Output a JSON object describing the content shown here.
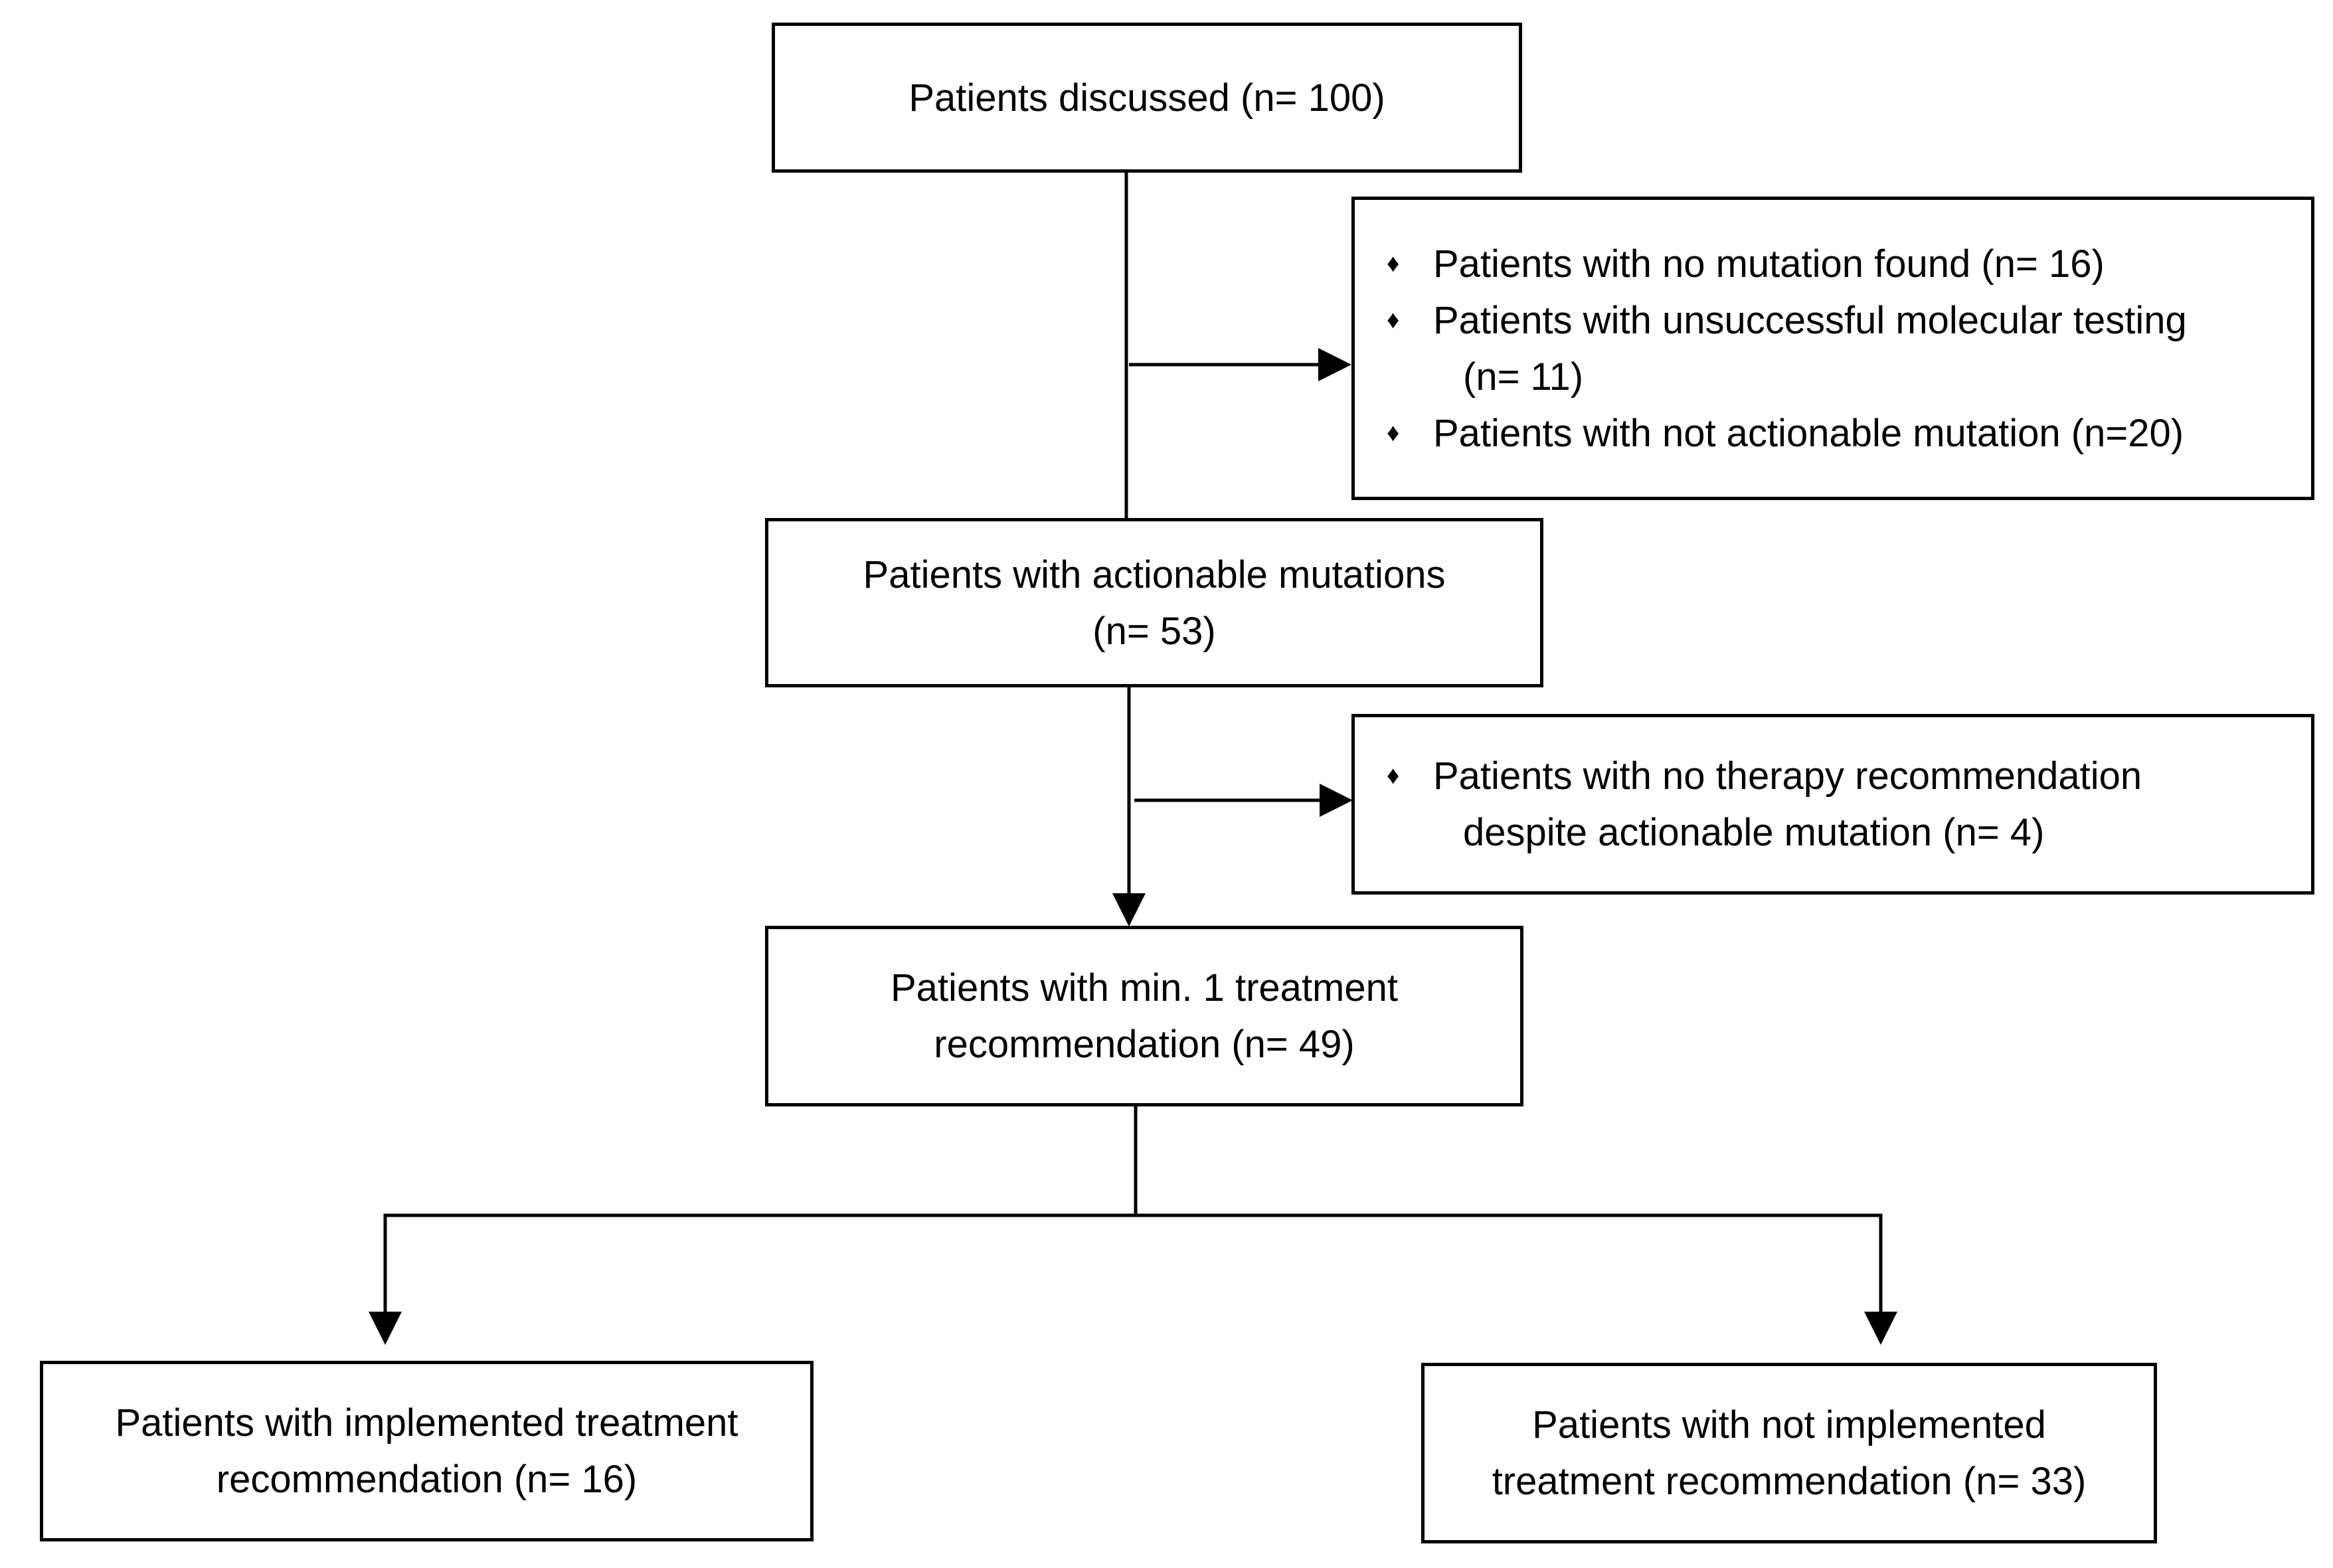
{
  "boxes": {
    "discussed": {
      "lines": [
        "Patients discussed (n= 100)"
      ]
    },
    "excluded_1": {
      "bullet": "♦",
      "items": [
        {
          "lines": [
            "Patients with no mutation found (n= 16)"
          ]
        },
        {
          "lines": [
            "Patients with unsuccessful molecular testing",
            "(n= 11)"
          ]
        },
        {
          "lines": [
            "Patients with not actionable mutation (n=20)"
          ]
        }
      ]
    },
    "actionable": {
      "lines": [
        "Patients with actionable mutations",
        "(n= 53)"
      ]
    },
    "excluded_2": {
      "bullet": "♦",
      "items": [
        {
          "lines": [
            "Patients with no therapy recommendation",
            "despite actionable mutation (n= 4)"
          ]
        }
      ]
    },
    "recommendation": {
      "lines": [
        "Patients with min. 1 treatment",
        "recommendation (n= 49)"
      ]
    },
    "implemented": {
      "lines": [
        "Patients with implemented treatment",
        "recommendation (n= 16)"
      ]
    },
    "not_implemented": {
      "lines": [
        "Patients with not implemented",
        "treatment recommendation (n= 33)"
      ]
    }
  }
}
